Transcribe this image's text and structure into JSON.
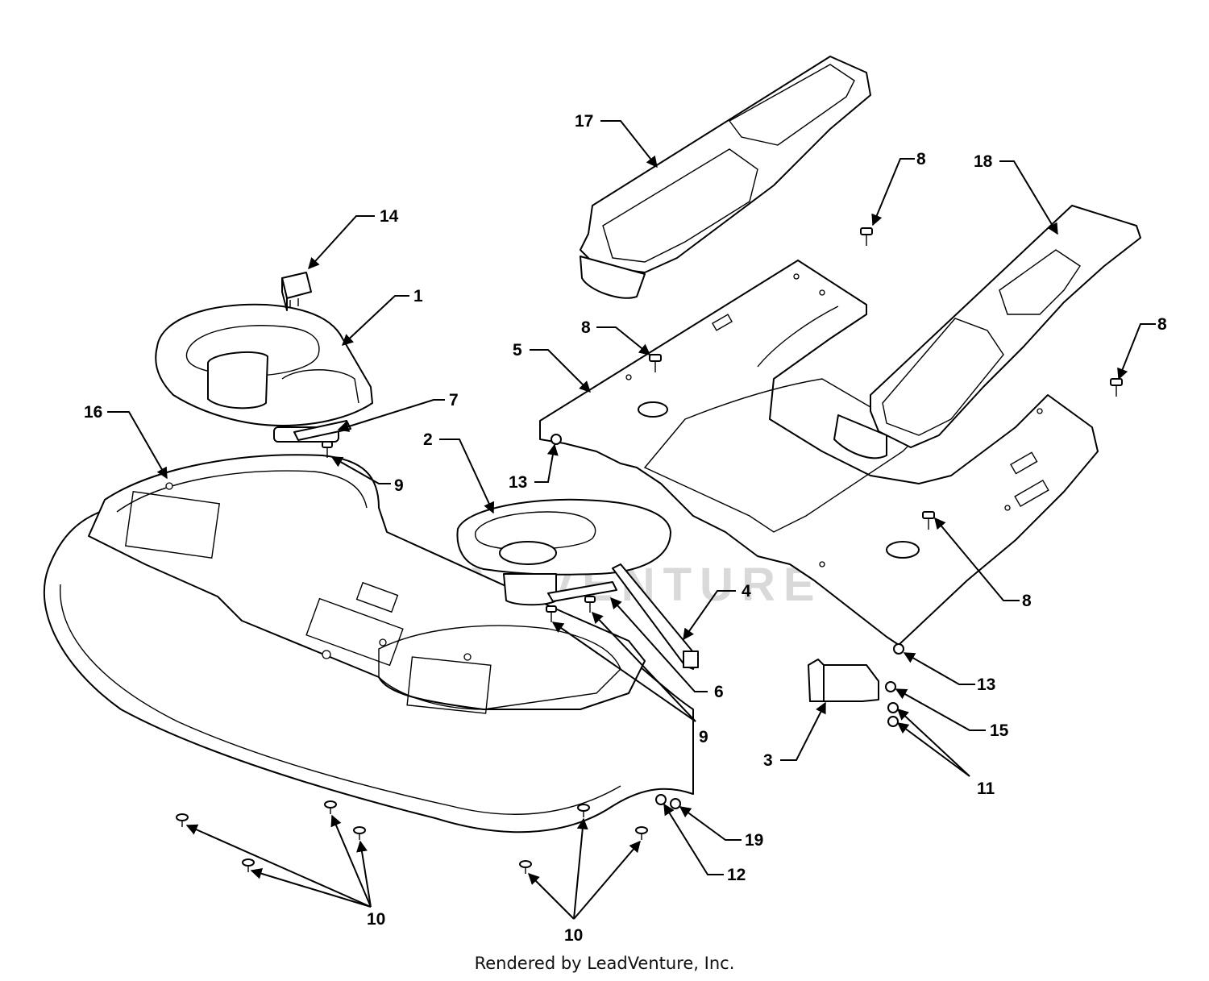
{
  "diagram": {
    "watermark": "LEADVENTURE",
    "callouts": [
      {
        "id": "c1",
        "label": "1"
      },
      {
        "id": "c2",
        "label": "2"
      },
      {
        "id": "c3",
        "label": "3"
      },
      {
        "id": "c4",
        "label": "4"
      },
      {
        "id": "c5",
        "label": "5"
      },
      {
        "id": "c6",
        "label": "6"
      },
      {
        "id": "c7",
        "label": "7"
      },
      {
        "id": "c8a",
        "label": "8"
      },
      {
        "id": "c8b",
        "label": "8"
      },
      {
        "id": "c8c",
        "label": "8"
      },
      {
        "id": "c8d",
        "label": "8"
      },
      {
        "id": "c9a",
        "label": "9"
      },
      {
        "id": "c9b",
        "label": "9"
      },
      {
        "id": "c10a",
        "label": "10"
      },
      {
        "id": "c10b",
        "label": "10"
      },
      {
        "id": "c11",
        "label": "11"
      },
      {
        "id": "c12",
        "label": "12"
      },
      {
        "id": "c13a",
        "label": "13"
      },
      {
        "id": "c13b",
        "label": "13"
      },
      {
        "id": "c14",
        "label": "14"
      },
      {
        "id": "c15",
        "label": "15"
      },
      {
        "id": "c16",
        "label": "16"
      },
      {
        "id": "c17",
        "label": "17"
      },
      {
        "id": "c18",
        "label": "18"
      },
      {
        "id": "c19",
        "label": "19"
      }
    ]
  },
  "footer": {
    "text": "Rendered by LeadVenture, Inc."
  }
}
